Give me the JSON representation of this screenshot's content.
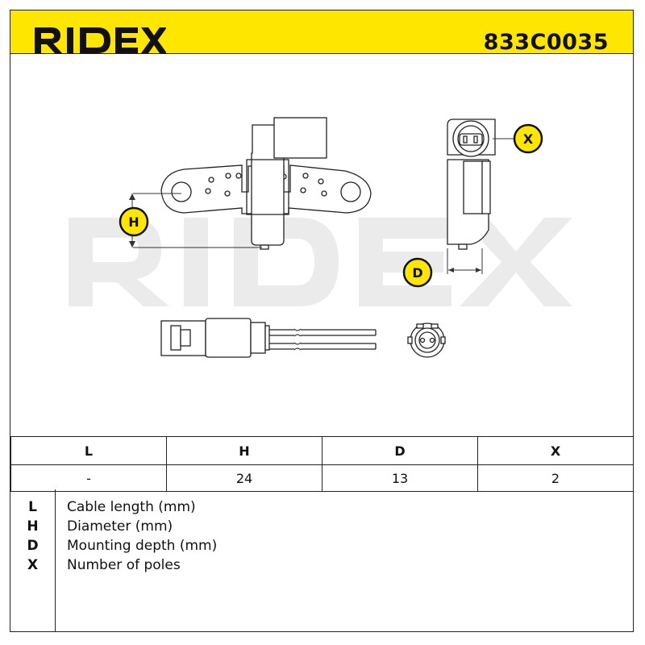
{
  "header": {
    "brand": "RIDEX",
    "part_number": "833C0035",
    "accent_color": "#ffe600"
  },
  "watermark": {
    "text": "RIDEX",
    "color": "#ebebeb"
  },
  "diagram": {
    "callouts": {
      "h": "H",
      "d": "D",
      "x": "X"
    }
  },
  "dimensions_table": {
    "headers": [
      "L",
      "H",
      "D",
      "X"
    ],
    "values": [
      "-",
      "24",
      "13",
      "2"
    ]
  },
  "legend": [
    {
      "key": "L",
      "description": "Cable length (mm)"
    },
    {
      "key": "H",
      "description": "Diameter (mm)"
    },
    {
      "key": "D",
      "description": "Mounting depth (mm)"
    },
    {
      "key": "X",
      "description": "Number of poles"
    }
  ]
}
